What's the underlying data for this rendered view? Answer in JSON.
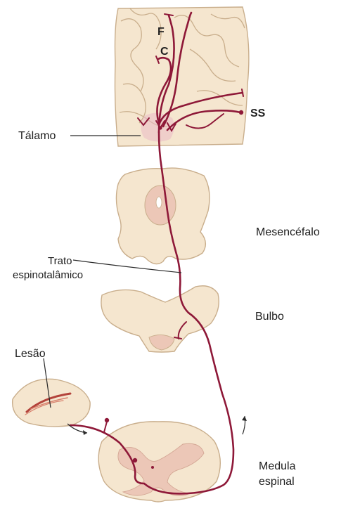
{
  "labels": {
    "cortex_f": "F",
    "cortex_c": "C",
    "cortex_ss": "SS",
    "thalamus": "Tálamo",
    "midbrain": "Mesencéfalo",
    "tract_line1": "Trato",
    "tract_line2": "espinotalâmico",
    "medulla": "Bulbo",
    "lesion": "Lesão",
    "spinal_line1": "Medula",
    "spinal_line2": "espinal"
  },
  "colors": {
    "pathway": "#8e1838",
    "tissue": "#f5e6cf",
    "tissue_outline": "#c9ae8c",
    "gray_matter": "#ecc7b7",
    "thalamus_highlight": "#e9b9c6",
    "lesion": "#b3433b"
  }
}
